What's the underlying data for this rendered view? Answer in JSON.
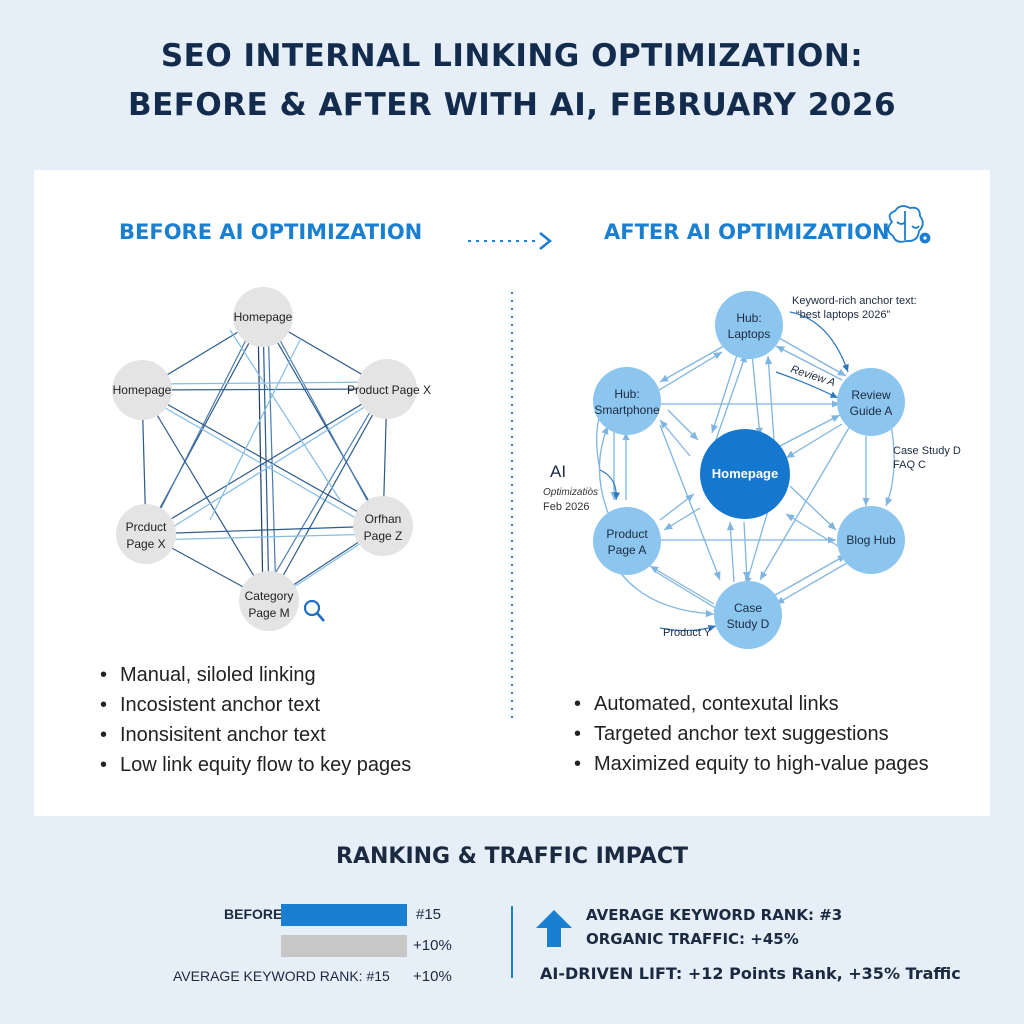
{
  "title_lines": [
    "SEO INTERNAL LINKING OPTIMIZATION:",
    "BEFORE & AFTER WITH AI, FEBRUARY 2026"
  ],
  "before": {
    "heading": "BEFORE AI OPTIMIZATION",
    "nodes": [
      {
        "id": "b_home_top",
        "lines": [
          "Homepage"
        ]
      },
      {
        "id": "b_home_left",
        "lines": [
          "Homepage"
        ]
      },
      {
        "id": "b_product_x_right",
        "lines": [
          "Product Page X"
        ]
      },
      {
        "id": "b_product_x_left",
        "lines": [
          "Prcduct",
          "Page X"
        ]
      },
      {
        "id": "b_orphan",
        "lines": [
          "Orfhan",
          "Page Z"
        ]
      },
      {
        "id": "b_category",
        "lines": [
          "Category",
          "Page M"
        ]
      }
    ],
    "bullets": [
      "Manual, siloled linking",
      "Incosistent anchor text",
      "Inonsisitent anchor text",
      "Low link equity flow to key pages"
    ]
  },
  "after": {
    "heading": "AFTER AI OPTIMIZATION",
    "nodes": [
      {
        "id": "a_homepage",
        "lines": [
          "Homepage"
        ]
      },
      {
        "id": "a_hub_laptops",
        "lines": [
          "Hub:",
          "Laptops"
        ]
      },
      {
        "id": "a_review",
        "lines": [
          "Review",
          "Guide A"
        ]
      },
      {
        "id": "a_blog",
        "lines": [
          "Blog Hub"
        ]
      },
      {
        "id": "a_case",
        "lines": [
          "Case",
          "Study D"
        ]
      },
      {
        "id": "a_product",
        "lines": [
          "Product",
          "Page A"
        ]
      },
      {
        "id": "a_hub_smart",
        "lines": [
          "Hub:",
          "Smartphone"
        ]
      }
    ],
    "annotations": {
      "keyword": [
        "Keyword-rich anchor text:",
        "“best laptops 2026”"
      ],
      "review_a": "Review A",
      "case_faq": [
        "Case Study D",
        "FAQ C"
      ],
      "ai_label": "AI",
      "ai_note": [
        "Optimizatiòs",
        "Feb 2026"
      ],
      "product_y": "Product Y"
    },
    "bullets": [
      "Automated, contexutal links",
      "Targeted anchor text suggestions",
      "Maximized equity to high-value pages"
    ]
  },
  "impact": {
    "title": "RANKING & TRAFFIC IMPACT",
    "before_label": "BEFORE",
    "bar1_value": "#15",
    "bar2_value": "+10%",
    "avg_rank_label": "AVERAGE KEYWORD RANK: #15",
    "avg_rank_value": "+10%",
    "rank_after": "AVERAGE KEYWORD RANK: #3",
    "traffic_after": "ORGANIC TRAFFIC: +45%",
    "lift": "AI-DRIVEN LIFT: +12 Points Rank, +35% Traffic"
  },
  "colors": {
    "title": "#132c4d",
    "accent": "#1a7fd0",
    "before_node": "#e4e4e4",
    "after_node": "#8cc6ee",
    "hub_center": "#1677cf",
    "bar_blue": "#1a7fd0",
    "bar_gray": "#c7c7c7"
  }
}
